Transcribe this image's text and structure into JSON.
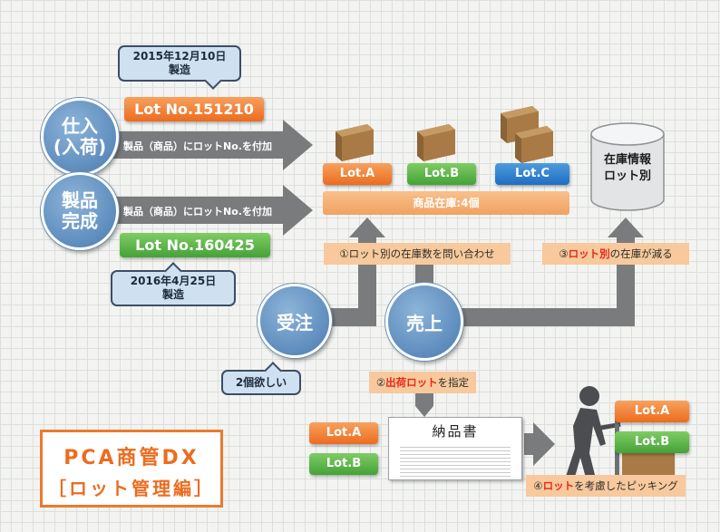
{
  "purchase": {
    "date_line1": "2015年12月10日",
    "date_line2": "製造",
    "circle_line1": "仕入",
    "circle_line2": "(入荷)",
    "lot_label": "Lot No.151210",
    "arrow_text": "製品（商品）にロットNo.を付加"
  },
  "production": {
    "circle_line1": "製品",
    "circle_line2": "完成",
    "lot_label": "Lot No.160425",
    "arrow_text": "製品（商品）にロットNo.を付加",
    "date_line1": "2016年4月25日",
    "date_line2": "製造"
  },
  "inventory": {
    "lots": [
      "Lot.A",
      "Lot.B",
      "Lot.C"
    ],
    "stock_label": "商品在庫:4個",
    "db_line1": "在庫情報",
    "db_line2": "ロット別"
  },
  "steps": {
    "step1": "①ロット別の在庫数を問い合わせ",
    "step3_prefix": "③",
    "step3_highlight": "ロット別",
    "step3_suffix": "の在庫が減る",
    "step2_prefix": "②",
    "step2_highlight": "出荷ロット",
    "step2_suffix": "を指定",
    "step4_prefix": "④",
    "step4_highlight": "ロット",
    "step4_suffix": "を考慮したピッキング"
  },
  "order": {
    "circle": "受注",
    "bubble": "2個欲しい"
  },
  "sales": {
    "circle": "売上"
  },
  "delivery": {
    "title": "納品書",
    "lots": [
      "Lot.A",
      "Lot.B"
    ]
  },
  "picking": {
    "lots": [
      "Lot.A",
      "Lot.B"
    ]
  },
  "product_title": {
    "line1": "PCA商管DX",
    "line2": "［ロット管理編］"
  },
  "colors": {
    "orange": "#ec6c1f",
    "green": "#45a238",
    "blue": "#1f6ec2",
    "circle_blue": "#5d8cbd",
    "arrow_gray": "#7a7b7d",
    "peach": "#f7c99c",
    "highlight_red": "#e8281b"
  }
}
